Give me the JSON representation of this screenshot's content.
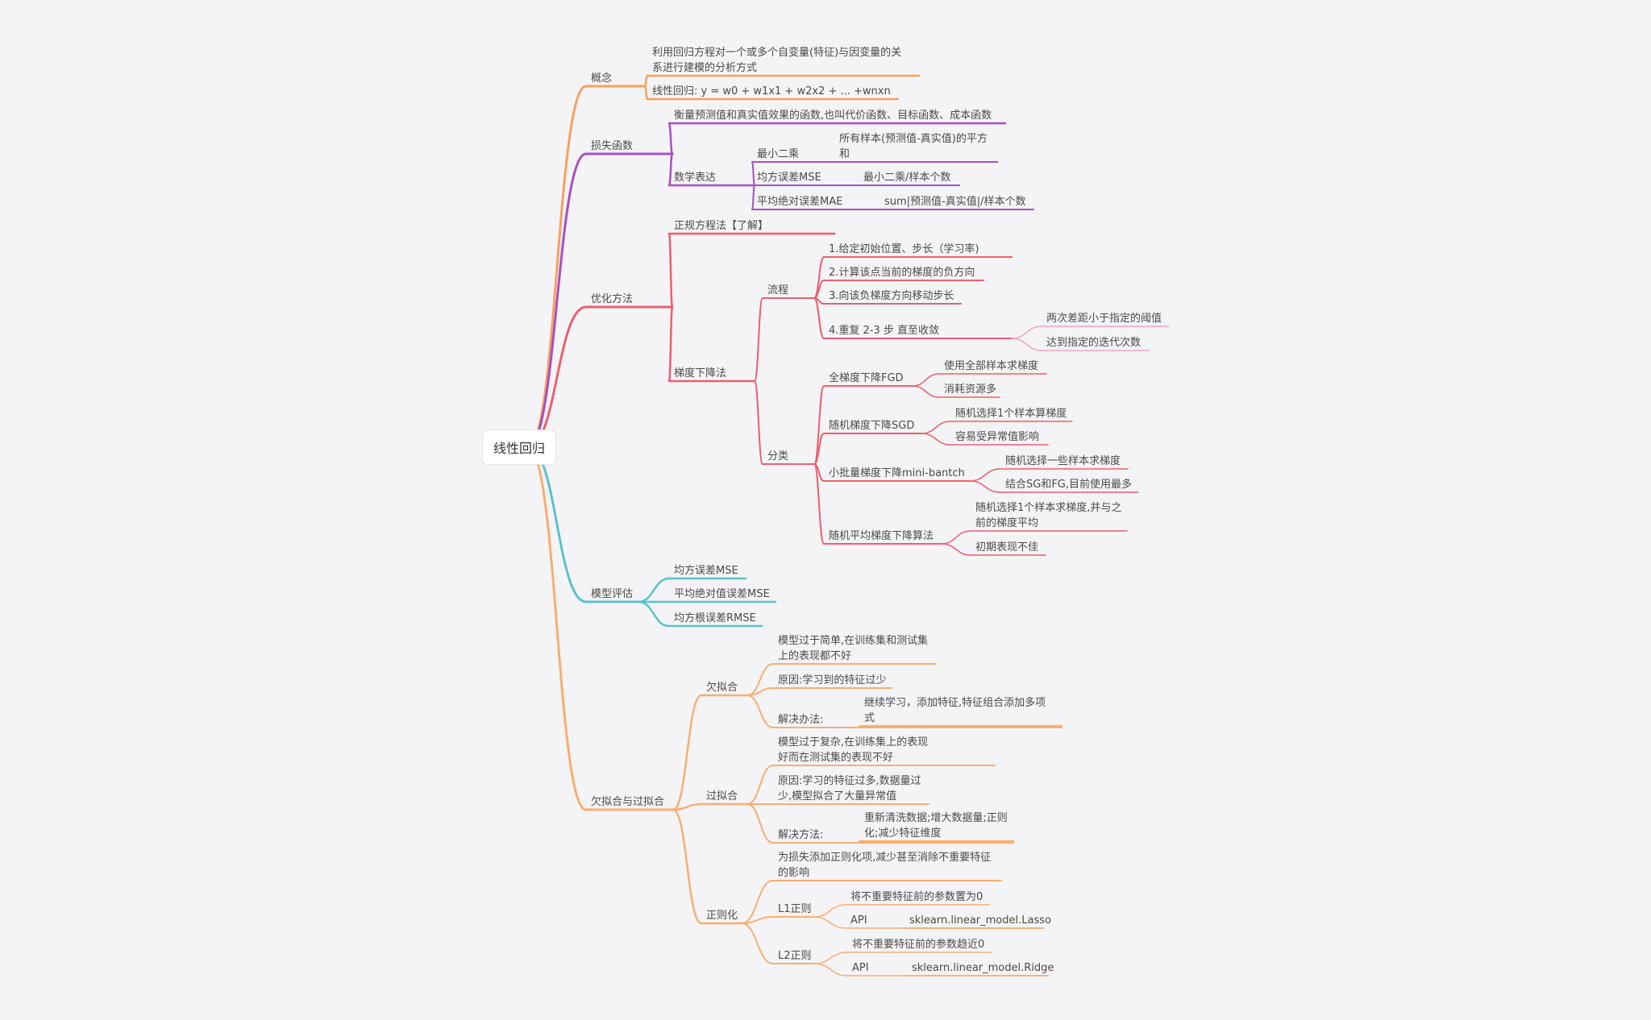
{
  "root": "线性回归",
  "colors": {
    "concept": "#f7a15c",
    "loss": "#a84fc4",
    "optim": "#ec5f6d",
    "eval": "#5bc2cc",
    "fit": "#f9ae70",
    "pink": "#f6a5b5"
  },
  "nodes": {
    "concept": "概念",
    "concept_def": [
      "利用回归方程对一个或多个自变量(特征)与因变量的关",
      "系进行建模的分析方式"
    ],
    "concept_formula": "线性回归: y = w0 + w1x1 + w2x2 + ... +wnxn",
    "loss": "损失函数",
    "loss_def": "衡量预测值和真实值效果的函数,也叫代价函数、目标函数、成本函数",
    "math_expr": "数学表达",
    "least_sq": "最小二乘",
    "least_sq_def": [
      "所有样本(预测值-真实值)的平方",
      "和"
    ],
    "mse": "均方误差MSE",
    "mse_def": "最小二乘/样本个数",
    "mae": "平均绝对误差MAE",
    "mae_def": "sum|预测值-真实值|/样本个数",
    "optim": "优化方法",
    "normal_eq": "正规方程法【了解】",
    "gd": "梯度下降法",
    "flow": "流程",
    "flow1": "1.给定初始位置、步长（学习率)",
    "flow2": "2.计算该点当前的梯度的负方向",
    "flow3": "3.向该负梯度方向移动步长",
    "flow4": "4.重复 2-3 步 直至收敛",
    "conv1": "两次差距小于指定的阈值",
    "conv2": "达到指定的迭代次数",
    "classify": "分类",
    "fgd": "全梯度下降FGD",
    "fgd1": "使用全部样本求梯度",
    "fgd2": "消耗资源多",
    "sgd": "随机梯度下降SGD",
    "sgd1": "随机选择1个样本算梯度",
    "sgd2": "容易受异常值影响",
    "mini": "小批量梯度下降mini-bantch",
    "mini1": "随机选择一些样本求梯度",
    "mini2": "结合SG和FG,目前使用最多",
    "sag": "随机平均梯度下降算法",
    "sag1": [
      "随机选择1个样本求梯度,并与之",
      "前的梯度平均"
    ],
    "sag2": "初期表现不佳",
    "eval": "模型评估",
    "eval1": "均方误差MSE",
    "eval2": "平均绝对值误差MSE",
    "eval3": "均方根误差RMSE",
    "fit": "欠拟合与过拟合",
    "under": "欠拟合",
    "under_def": [
      "模型过于简单,在训练集和测试集",
      "上的表现都不好"
    ],
    "under_cause": "原因:学习到的特征过少",
    "under_sol": "解决办法:",
    "under_sol_def": [
      "继续学习，添加特征,特征组合添加多项",
      "式"
    ],
    "over": "过拟合",
    "over_def": [
      "模型过于复杂,在训练集上的表现",
      "好而在测试集的表现不好"
    ],
    "over_cause": [
      "原因:学习的特征过多,数据量过",
      "少,模型拟合了大量异常值"
    ],
    "over_sol": "解决方法:",
    "over_sol_def": [
      "重新清洗数据;增大数据量;正则",
      "化;减少特征维度"
    ],
    "reg": "正则化",
    "reg_def": [
      "为损失添加正则化项,减少甚至消除不重要特征",
      "的影响"
    ],
    "l1": "L1正则",
    "l1_def": "将不重要特征前的参数置为0",
    "l1_api": "API",
    "l1_api_val": "sklearn.linear_model.Lasso",
    "l2": "L2正则",
    "l2_def": "将不重要特征前的参数趋近0",
    "l2_api": "API",
    "l2_api_val": "sklearn.linear_model.Ridge"
  }
}
